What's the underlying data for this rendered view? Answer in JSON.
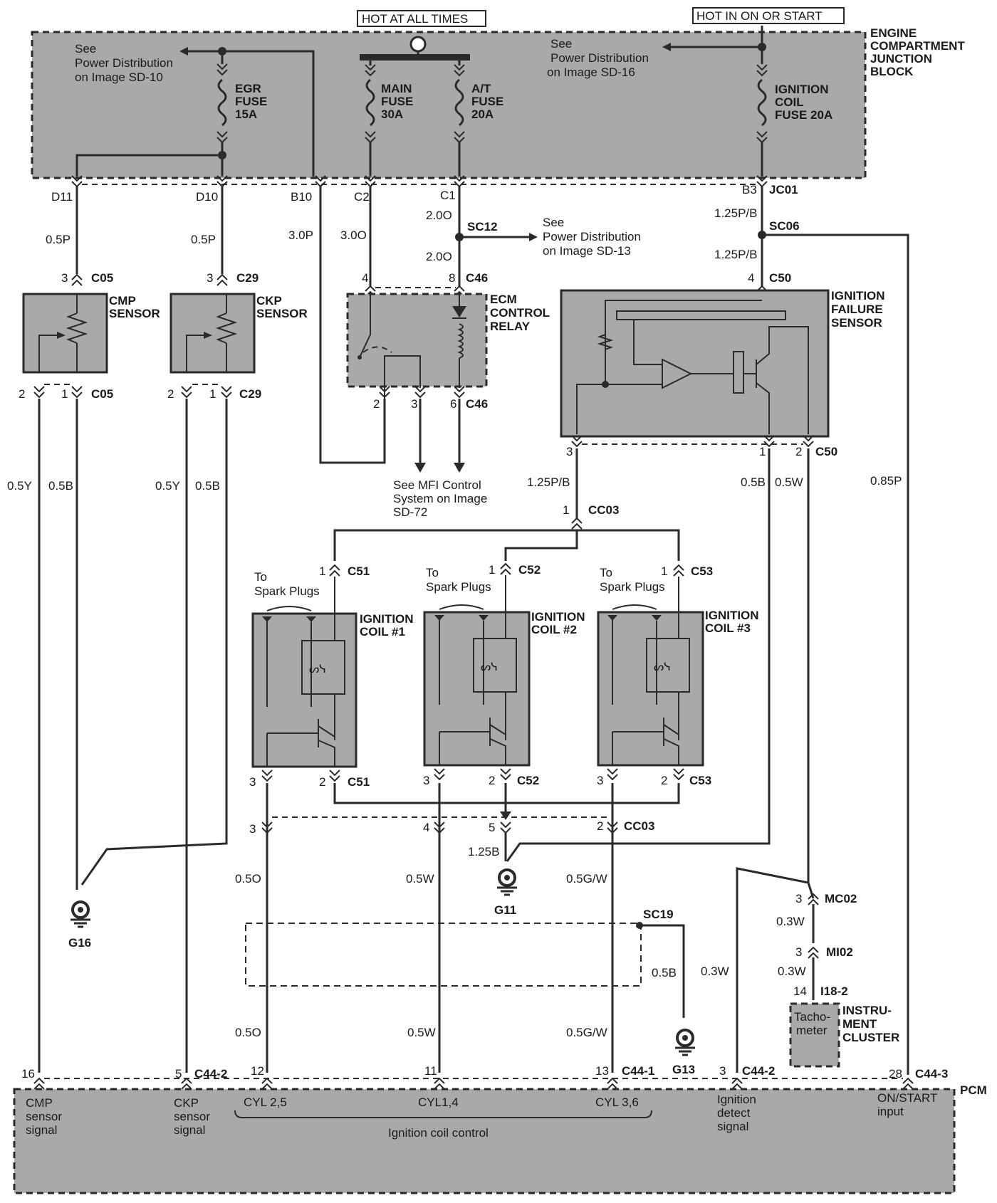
{
  "header": {
    "hot_all_times": "HOT AT ALL TIMES",
    "hot_on_start": "HOT IN ON OR START"
  },
  "junction_block": {
    "label": [
      "ENGINE",
      "COMPARTMENT",
      "JUNCTION",
      "BLOCK"
    ],
    "ref_sd10": [
      "See",
      "Power Distribution",
      "on Image SD-10"
    ],
    "ref_sd16": [
      "See",
      "Power Distribution",
      "on Image SD-16"
    ],
    "egr_fuse": [
      "EGR",
      "FUSE",
      "15A"
    ],
    "main_fuse": [
      "MAIN",
      "FUSE",
      "30A"
    ],
    "at_fuse": [
      "A/T",
      "FUSE",
      "20A"
    ],
    "ign_fuse": [
      "IGNITION",
      "COIL",
      "FUSE 20A"
    ],
    "terminals": [
      "D11",
      "D10",
      "B10",
      "C2",
      "C1",
      "B3"
    ],
    "jc01": "JC01"
  },
  "wires": {
    "d11": "0.5P",
    "d10": "0.5P",
    "b10": "3.0P",
    "c2": "3.0O",
    "c1a": "2.0O",
    "c1b": "2.0O",
    "jc01a": "1.25P/B",
    "jc01b": "1.25P/B",
    "cmp_y": "0.5Y",
    "cmp_b": "0.5B",
    "ckp_y": "0.5Y",
    "ckp_b": "0.5B",
    "ifs_out": "1.25P/B",
    "ifs_b": "0.5B",
    "ifs_w": "0.5W",
    "on_start": "0.85P",
    "g11": "1.25B",
    "cyl25": "0.5O",
    "cyl14": "0.5W",
    "cyl36": "0.5G/W",
    "cyl25b": "0.5O",
    "cyl14b": "0.5W",
    "cyl36b": "0.5G/W",
    "g13": "0.5B",
    "detect": "0.3W",
    "mc02": "0.3W",
    "mi02": "0.3W"
  },
  "splices": {
    "sc12": "SC12",
    "sc06": "SC06",
    "sc19": "SC19",
    "sc12_ref": [
      "See",
      "Power Distribution",
      "on Image SD-13"
    ]
  },
  "components": {
    "cmp": [
      "CMP",
      "SENSOR"
    ],
    "ckp": [
      "CKP",
      "SENSOR"
    ],
    "ecm_relay": [
      "ECM",
      "CONTROL",
      "RELAY"
    ],
    "ifs": [
      "IGNITION",
      "FAILURE",
      "SENSOR"
    ],
    "coil1": [
      "IGNITION",
      "COIL #1"
    ],
    "coil2": [
      "IGNITION",
      "COIL #2"
    ],
    "coil3": [
      "IGNITION",
      "COIL #3"
    ],
    "spark": [
      "To",
      "Spark Plugs"
    ],
    "mfi_ref": [
      "See MFI Control",
      "System on Image",
      "SD-72"
    ],
    "cluster": [
      "INSTRU-",
      "MENT",
      "CLUSTER"
    ],
    "tacho": [
      "Tacho-",
      "meter"
    ]
  },
  "connectors": {
    "c05": "C05",
    "c29": "C29",
    "c46": "C46",
    "c50": "C50",
    "cc03": "CC03",
    "c51": "C51",
    "c52": "C52",
    "c53": "C53",
    "mc02": "MC02",
    "mi02": "MI02",
    "i18": "I18-2",
    "c44_1": "C44-1",
    "c44_2": "C44-2",
    "c44_3": "C44-3"
  },
  "pins": {
    "p1": "1",
    "p2": "2",
    "p3": "3",
    "p4": "4",
    "p5": "5",
    "p6": "6",
    "p8": "8",
    "p11": "11",
    "p12": "12",
    "p13": "13",
    "p14": "14",
    "p16": "16",
    "p28": "28"
  },
  "grounds": {
    "g16": "G16",
    "g11": "G11",
    "g13": "G13"
  },
  "pcm": {
    "label": "PCM",
    "cmp_sig": [
      "CMP",
      "sensor",
      "signal"
    ],
    "ckp_sig": [
      "CKP",
      "sensor",
      "signal"
    ],
    "cyl25": "CYL 2,5",
    "cyl14": "CYL1,4",
    "cyl36": "CYL 3,6",
    "coil_ctrl": "Ignition coil control",
    "detect": [
      "Ignition",
      "detect",
      "signal"
    ],
    "on_start": [
      "ON/START",
      "input"
    ]
  }
}
